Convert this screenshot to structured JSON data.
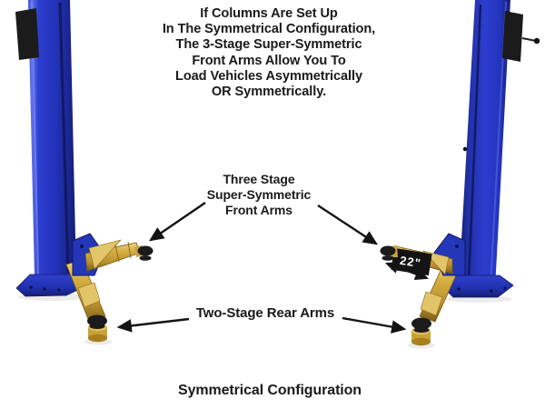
{
  "annotations": {
    "intro_note": "If Columns Are Set Up\nIn The Symmetrical Configuration,\nThe 3-Stage Super-Symmetric\nFront Arms Allow You To\nLoad Vehicles Asymmetrically\nOR Symmetrically.",
    "front_arms_label": "Three Stage\nSuper-Symmetric\nFront Arms",
    "rear_arms_label": "Two-Stage Rear Arms",
    "arm_length_label": "22\"",
    "caption": "Symmetrical Configuration"
  },
  "colors": {
    "column_blue": "#2a3ac6",
    "arm_gold": "#c9a238",
    "pad_black": "#1b1b1b",
    "annotation_ink": "#141414",
    "background": "#ffffff"
  }
}
